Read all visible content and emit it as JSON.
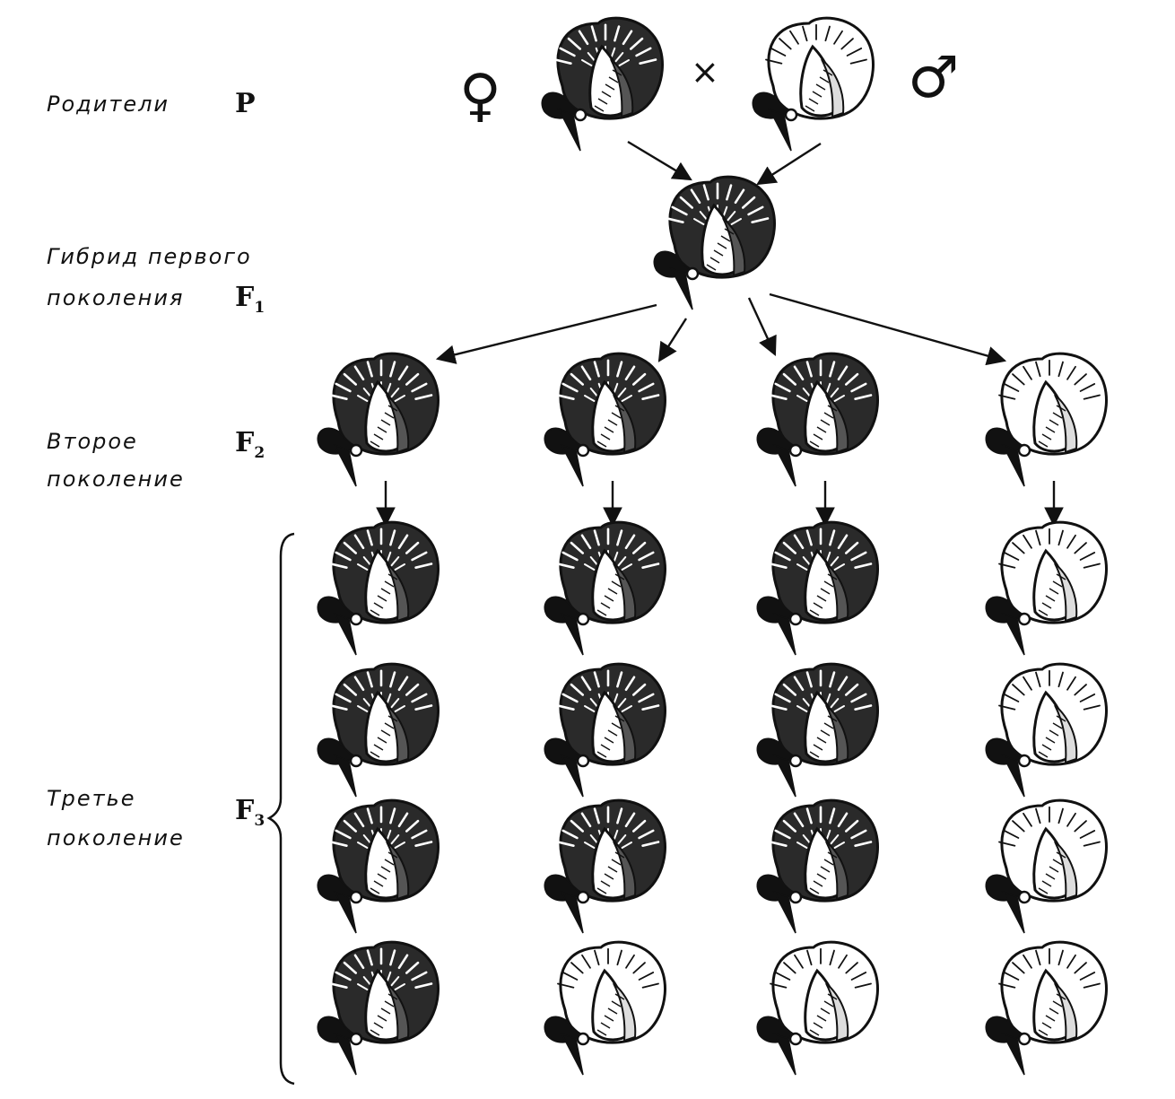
{
  "labels": {
    "parents": "Родители",
    "f1_line1": "Гибрид первого",
    "f1_line2": "поколения",
    "f2_line1": "Второе",
    "f2_line2": "поколение",
    "f3_line1": "Третье",
    "f3_line2": "поколение"
  },
  "generations": {
    "p": "P",
    "f1_letter": "F",
    "f1_index": "1",
    "f2_letter": "F",
    "f2_index": "2",
    "f3_letter": "F",
    "f3_index": "3"
  },
  "symbols": {
    "female": "♀",
    "male": "♂",
    "cross": "×"
  },
  "flowers": {
    "parents": [
      "dark",
      "light"
    ],
    "f1": [
      "dark"
    ],
    "f2": [
      "dark",
      "dark",
      "dark",
      "light"
    ],
    "f3": [
      [
        "dark",
        "dark",
        "dark",
        "light"
      ],
      [
        "dark",
        "dark",
        "dark",
        "light"
      ],
      [
        "dark",
        "dark",
        "dark",
        "light"
      ],
      [
        "dark",
        "light",
        "light",
        "light"
      ]
    ]
  },
  "colors": {
    "ink": "#111111",
    "background": "#ffffff"
  }
}
